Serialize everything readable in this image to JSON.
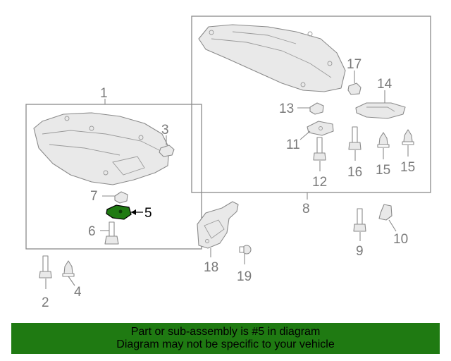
{
  "diagram": {
    "callouts": {
      "c1": "1",
      "c2": "2",
      "c3": "3",
      "c4": "4",
      "c5": "5",
      "c6": "6",
      "c7": "7",
      "c8": "8",
      "c9": "9",
      "c10": "10",
      "c11": "11",
      "c12": "12",
      "c13": "13",
      "c14": "14",
      "c15a": "15",
      "c15b": "15",
      "c16": "16",
      "c17": "17",
      "c18": "18",
      "c19": "19"
    },
    "highlighted_part": "5",
    "highlight_color": "#1f7a12",
    "line_color": "#8a8a8a"
  },
  "banner": {
    "line1": "Part or sub-assembly is #5 in diagram",
    "line2": "Diagram may not be specific to your vehicle",
    "background": "#1f7a12"
  }
}
